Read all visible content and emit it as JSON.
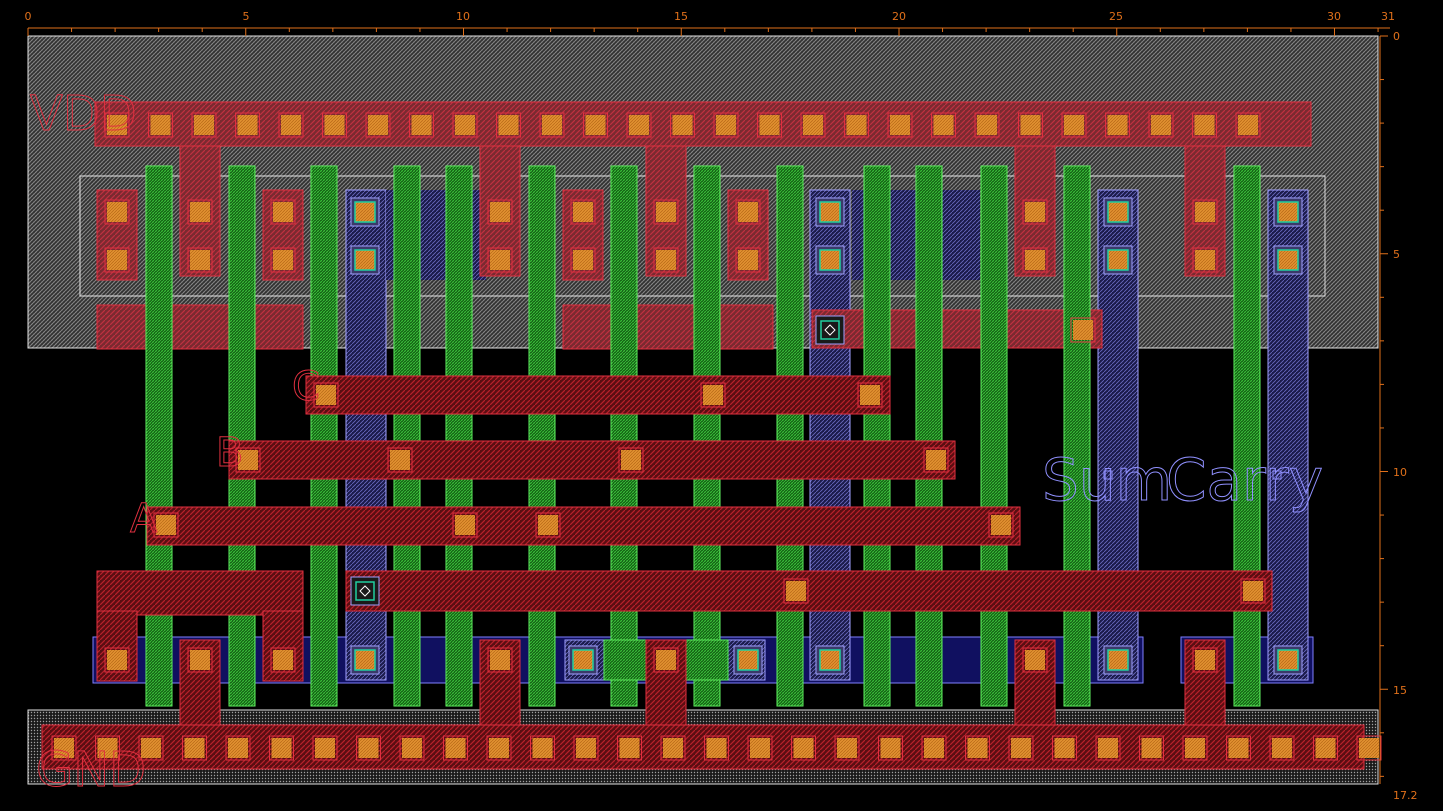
{
  "ruler": {
    "top_ticks": [
      "0",
      "5",
      "10",
      "15",
      "20",
      "25",
      "30",
      "31"
    ],
    "right_ticks": [
      "0",
      "5",
      "10",
      "15",
      "17.2"
    ]
  },
  "labels": {
    "vdd": "VDD",
    "gnd": "GND",
    "a": "A",
    "b": "B",
    "c": "C",
    "sum": "Sum",
    "carry": "Carry"
  },
  "colors": {
    "background": "#000000",
    "metal1": "#c0202a",
    "contact": "#f0a040",
    "poly": "#30d030",
    "ndiff_pdiff": "#3040c0",
    "nwell": "#d0d0d0",
    "via": "#20c0a0",
    "ruler": "#e0701a",
    "label": "#9090ff"
  }
}
